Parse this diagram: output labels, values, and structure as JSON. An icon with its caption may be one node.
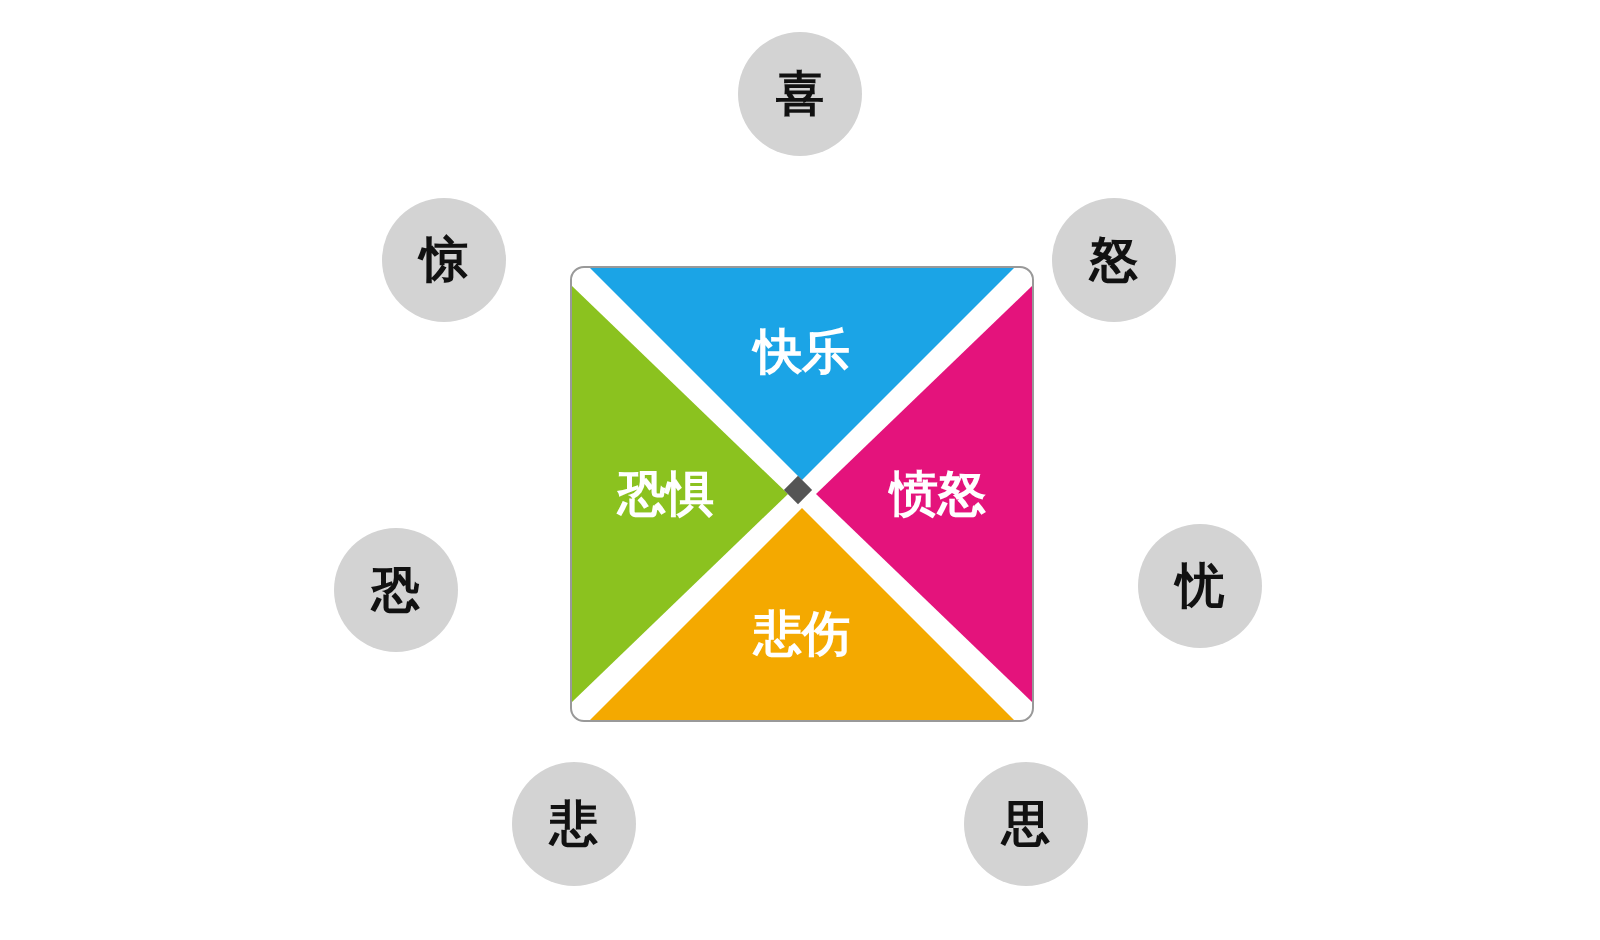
{
  "diagram": {
    "nodes": [
      {
        "text": [
          "喜"
        ]
      },
      {
        "text": [
          "惊"
        ]
      },
      {
        "text": [
          "怒"
        ]
      },
      {
        "text": [],
        "shape": "box"
      },
      {
        "text": [
          "快乐"
        ],
        "in": 3
      },
      {
        "text": [
          "恐惧"
        ],
        "in": 3
      },
      {
        "text": [],
        "shape": "diamond",
        "in": 3
      },
      {
        "text": [
          "愤怒"
        ],
        "in": 3
      },
      {
        "text": [
          "悲伤"
        ],
        "in": 3
      },
      {
        "text": [
          "恐"
        ]
      },
      {
        "text": [
          "忧"
        ]
      },
      {
        "text": [
          "悲"
        ]
      },
      {
        "text": [
          "思"
        ]
      }
    ],
    "edges": []
  }
}
